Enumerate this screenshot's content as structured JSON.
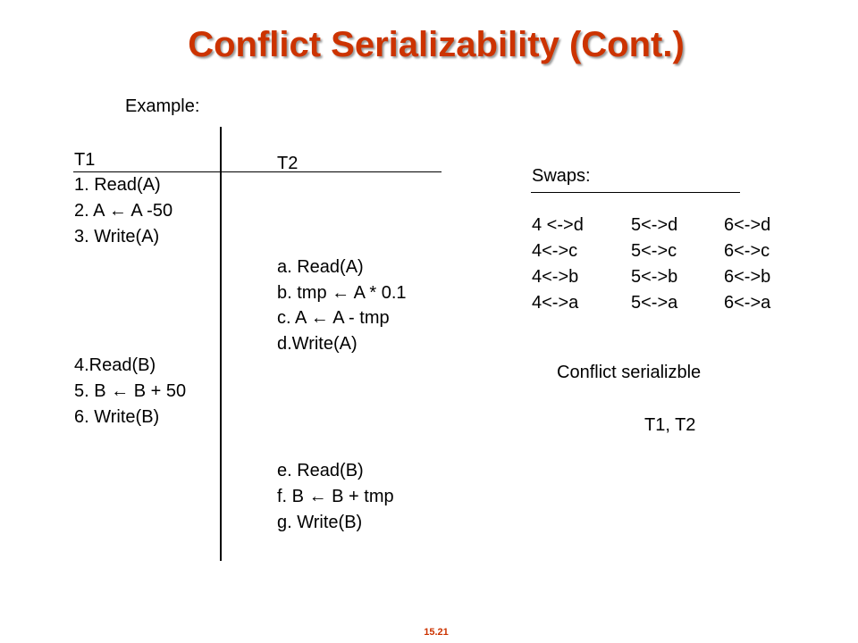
{
  "title": "Conflict Serializability (Cont.)",
  "example_label": "Example:",
  "t1": {
    "header": "T1",
    "steps": [
      "1. Read(A)",
      "2. A ← A -50",
      "3. Write(A)",
      "4.Read(B)",
      "5. B ← B + 50",
      "6. Write(B)"
    ]
  },
  "t2": {
    "header": "T2",
    "steps": [
      "a. Read(A)",
      "b. tmp ← A * 0.1",
      "c. A ← A - tmp",
      "d.Write(A)",
      "e. Read(B)",
      "f.  B ← B + tmp",
      "g. Write(B)"
    ]
  },
  "swaps": {
    "label": "Swaps:",
    "rows": [
      [
        "4 <->d",
        "5<->d",
        "6<->d"
      ],
      [
        "4<->c",
        "5<->c",
        "6<->c"
      ],
      [
        "4<->b",
        "5<->b",
        "6<->b"
      ],
      [
        "4<->a",
        "5<->a",
        "6<->a"
      ]
    ]
  },
  "result": {
    "label": "Conflict serializble",
    "order": "T1, T2"
  },
  "slide_number": "15.21"
}
